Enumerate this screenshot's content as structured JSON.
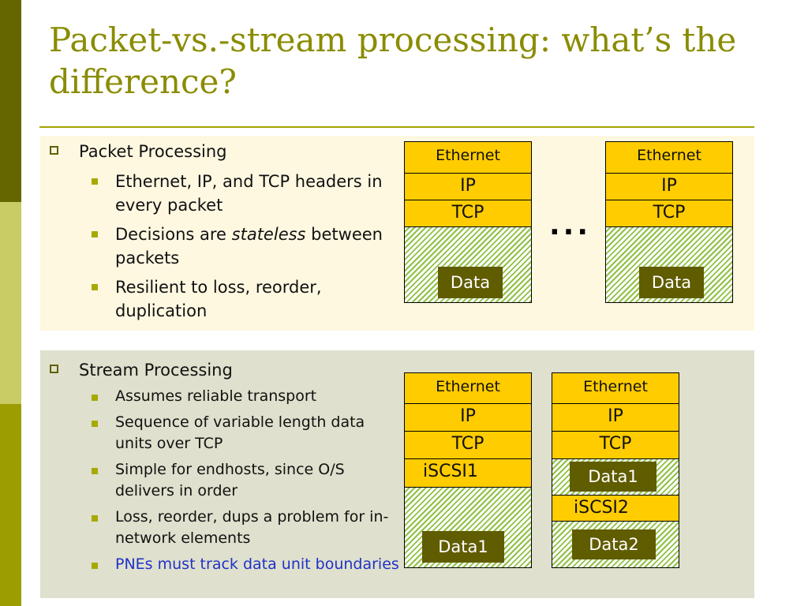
{
  "slide": {
    "title": "Packet-vs.-stream processing: what’s the difference?",
    "colors": {
      "title": "#8a8c00",
      "header_fill": "#ffcc00",
      "hatch": "#8fc043",
      "chip": "#605c00",
      "panel_top": "#fff8e1",
      "panel_bottom": "#dfe0cd",
      "highlight_text": "#1f31c8"
    }
  },
  "packet_section": {
    "heading": "Packet Processing",
    "bullets": [
      {
        "text": "Ethernet, IP, and TCP headers in every packet"
      },
      {
        "before": "Decisions are ",
        "emphasis": "stateless",
        "after": " between packets"
      },
      {
        "text": "Resilient to loss, reorder, duplication"
      }
    ],
    "diagram": {
      "stacks": [
        {
          "ethernet": "Ethernet",
          "ip": "IP",
          "tcp": "TCP",
          "data": "Data"
        },
        {
          "ethernet": "Ethernet",
          "ip": "IP",
          "tcp": "TCP",
          "data": "Data"
        }
      ],
      "ellipsis": "..."
    }
  },
  "stream_section": {
    "heading": "Stream Processing",
    "bullets": [
      "Assumes reliable transport",
      "Sequence of variable length data units over TCP",
      "Simple for endhosts, since O/S delivers in order",
      "Loss, reorder, dups a problem for in-network elements",
      "PNEs must track data unit boundaries"
    ],
    "diagram": {
      "stack1": {
        "ethernet": "Ethernet",
        "ip": "IP",
        "tcp": "TCP",
        "iscsi": "iSCSI1",
        "data": "Data1"
      },
      "stack2": {
        "ethernet": "Ethernet",
        "ip": "IP",
        "tcp": "TCP",
        "data_top": "Data1",
        "iscsi": "iSCSI2",
        "data": "Data2"
      }
    }
  }
}
